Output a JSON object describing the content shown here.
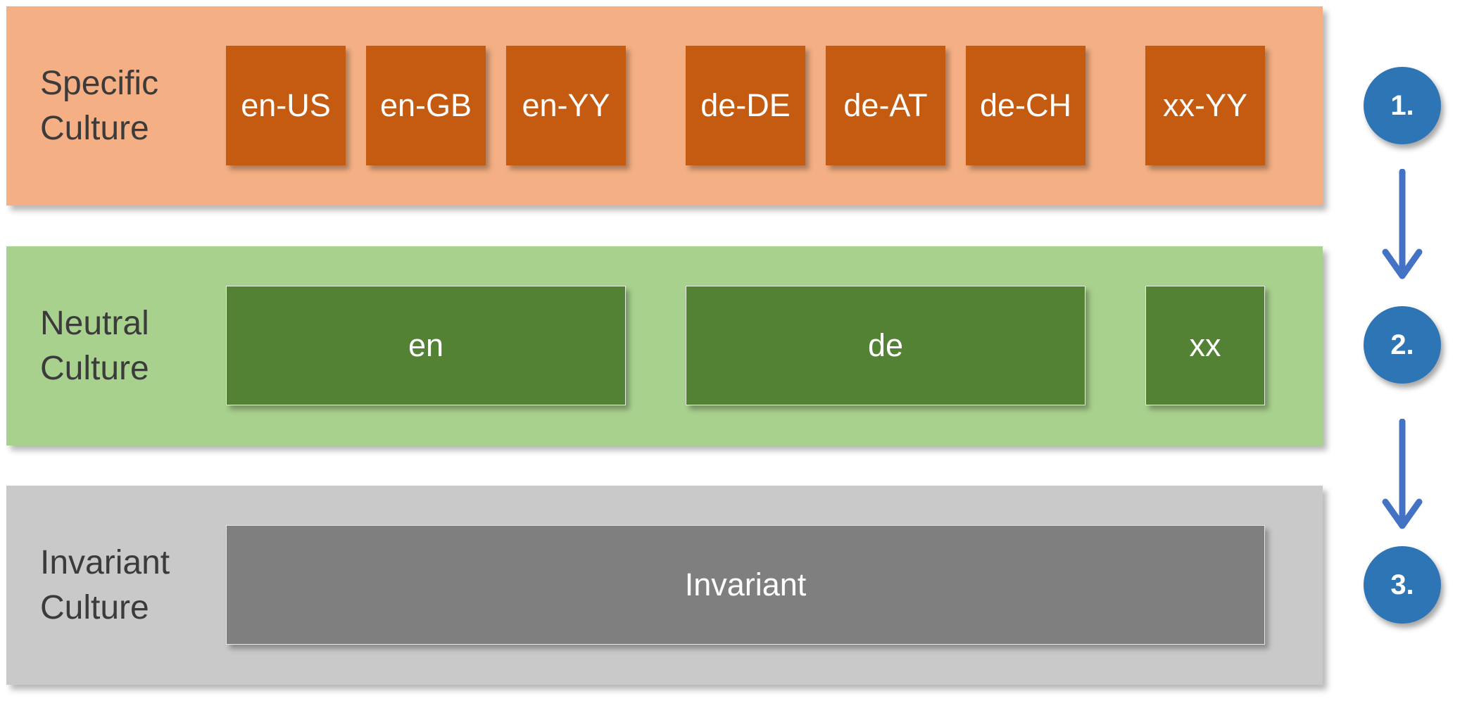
{
  "levels": [
    {
      "label_line1": "Specific",
      "label_line2": "Culture",
      "items": [
        "en-US",
        "en-GB",
        "en-YY",
        "de-DE",
        "de-AT",
        "de-CH",
        "xx-YY"
      ]
    },
    {
      "label_line1": "Neutral",
      "label_line2": "Culture",
      "items": [
        "en",
        "de",
        "xx"
      ]
    },
    {
      "label_line1": "Invariant",
      "label_line2": "Culture",
      "items": [
        "Invariant"
      ]
    }
  ],
  "steps": [
    "1.",
    "2.",
    "3."
  ],
  "colors": {
    "specific_band": "#f4b084",
    "specific_box": "#c55a11",
    "neutral_band": "#a9d18e",
    "neutral_box": "#548235",
    "invariant_band": "#c9c9c9",
    "invariant_box": "#7f7f7f",
    "step_circle": "#2e75b6",
    "arrow": "#4472c4"
  }
}
